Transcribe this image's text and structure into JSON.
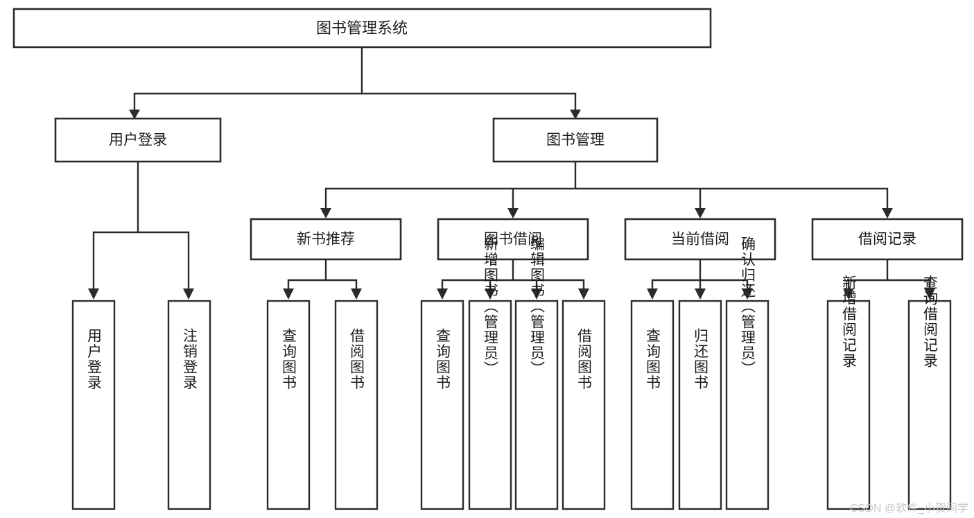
{
  "diagram": {
    "type": "tree",
    "title": "图书管理系统",
    "watermark": "CSDN @软件_小贺同学",
    "colors": {
      "stroke": "#2b2b2b",
      "fill": "#ffffff",
      "text": "#1c1c1c",
      "watermark": "#c9c9c9"
    },
    "levels": {
      "root": "图书管理系统",
      "level2": [
        "用户登录",
        "图书管理"
      ],
      "level3": [
        "新书推荐",
        "图书借阅",
        "当前借阅",
        "借阅记录"
      ]
    },
    "nodes": {
      "root": {
        "label": "图书管理系统"
      },
      "user_login": {
        "label": "用户登录"
      },
      "book_manage": {
        "label": "图书管理"
      },
      "new_book_rec": {
        "label": "新书推荐"
      },
      "book_borrow": {
        "label": "图书借阅"
      },
      "current_borrow": {
        "label": "当前借阅"
      },
      "borrow_record": {
        "label": "借阅记录"
      },
      "leaf_user_login": {
        "label": "用户登录"
      },
      "leaf_logout": {
        "label": "注销登录"
      },
      "leaf_query_book_1": {
        "label": "查询图书"
      },
      "leaf_borrow_book_1": {
        "label": "借阅图书"
      },
      "leaf_query_book_2": {
        "label": "查询图书"
      },
      "leaf_add_book": {
        "label": "新增图书（管理员）"
      },
      "leaf_edit_book": {
        "label": "编辑图书（管理员）"
      },
      "leaf_borrow_book_2": {
        "label": "借阅图书"
      },
      "leaf_query_book_3": {
        "label": "查询图书"
      },
      "leaf_return_book": {
        "label": "归还图书"
      },
      "leaf_confirm_return": {
        "label": "确认归还（管理员）"
      },
      "leaf_add_record": {
        "label": "新增借阅记录"
      },
      "leaf_query_record": {
        "label": "查询借阅记录"
      }
    },
    "edges": [
      {
        "from": "root",
        "to": "user_login"
      },
      {
        "from": "root",
        "to": "book_manage"
      },
      {
        "from": "user_login",
        "to": "leaf_user_login"
      },
      {
        "from": "user_login",
        "to": "leaf_logout"
      },
      {
        "from": "book_manage",
        "to": "new_book_rec"
      },
      {
        "from": "book_manage",
        "to": "book_borrow"
      },
      {
        "from": "book_manage",
        "to": "current_borrow"
      },
      {
        "from": "book_manage",
        "to": "borrow_record"
      },
      {
        "from": "new_book_rec",
        "to": "leaf_query_book_1"
      },
      {
        "from": "new_book_rec",
        "to": "leaf_borrow_book_1"
      },
      {
        "from": "book_borrow",
        "to": "leaf_query_book_2"
      },
      {
        "from": "book_borrow",
        "to": "leaf_add_book"
      },
      {
        "from": "book_borrow",
        "to": "leaf_edit_book"
      },
      {
        "from": "book_borrow",
        "to": "leaf_borrow_book_2"
      },
      {
        "from": "current_borrow",
        "to": "leaf_query_book_3"
      },
      {
        "from": "current_borrow",
        "to": "leaf_return_book"
      },
      {
        "from": "current_borrow",
        "to": "leaf_confirm_return"
      },
      {
        "from": "borrow_record",
        "to": "leaf_add_record"
      },
      {
        "from": "borrow_record",
        "to": "leaf_query_record"
      }
    ]
  }
}
